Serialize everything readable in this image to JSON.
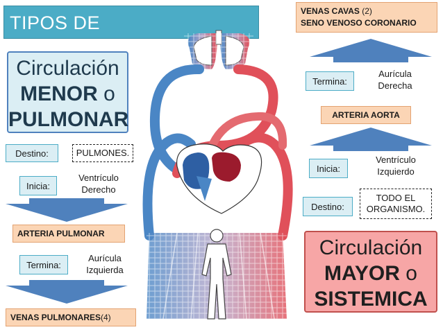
{
  "title": "TIPOS DE CIRCULACIONES:",
  "pulmonar": {
    "line1": "Circulación",
    "line2_bold": "MENOR",
    "line2_rest": " o",
    "line3": "PULMONAR",
    "destino_label": "Destino:",
    "destino_value": "PULMONES.",
    "inicia_label": "Inicia:",
    "inicia_value_1": "Ventrículo",
    "inicia_value_2": "Derecho",
    "artery": "ARTERIA PULMONAR",
    "termina_label": "Termina:",
    "termina_value_1": "Aurícula",
    "termina_value_2": "Izquierda",
    "veins_bold": "VENAS PULMONARES",
    "veins_count": " (4)"
  },
  "sistemica": {
    "cavas_bold": "VENAS CAVAS",
    "cavas_count": " (2)",
    "seno": "SENO VENOSO CORONARIO",
    "termina_label": "Termina:",
    "termina_value_1": "Aurícula",
    "termina_value_2": "Derecha",
    "artery": "ARTERIA AORTA",
    "inicia_label": "Inicia:",
    "inicia_value_1": "Ventrículo",
    "inicia_value_2": "Izquierdo",
    "destino_label": "Destino:",
    "destino_value_1": "TODO EL",
    "destino_value_2": "ORGANISMO.",
    "line1": "Circulación",
    "line2_bold": "MAYOR",
    "line2_rest": " o",
    "line3": "SISTEMICA"
  },
  "colors": {
    "title_bg": "#4bacc6",
    "arrow_blue": "#4f81bd",
    "artery_red": "#e0505a",
    "vein_blue": "#4a86c5",
    "peach": "#fbd5b5",
    "rose": "#f7a6a6"
  }
}
